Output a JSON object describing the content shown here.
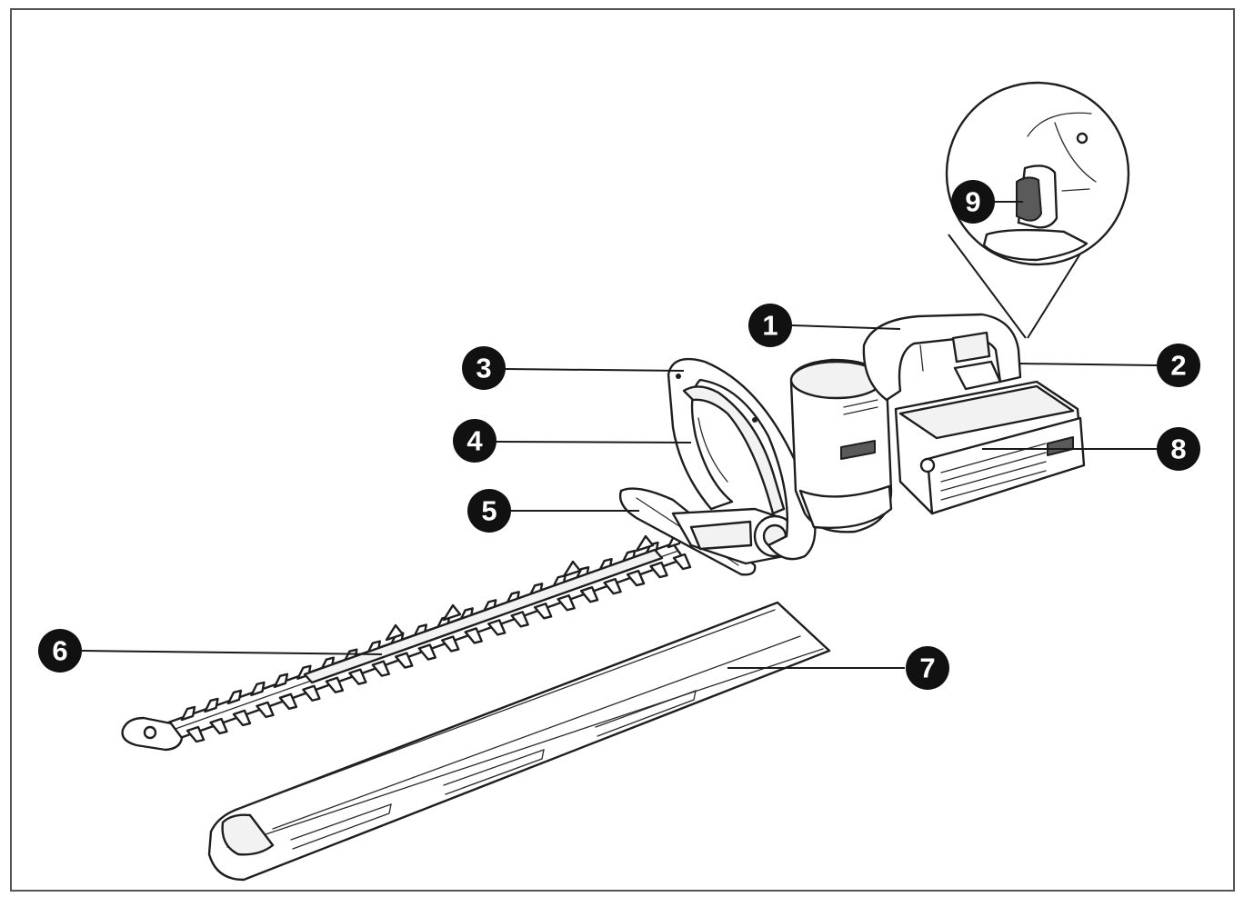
{
  "diagram": {
    "subject": "cordless-hedge-trimmer",
    "callouts": [
      {
        "id": "callout-1",
        "label": "1"
      },
      {
        "id": "callout-2",
        "label": "2"
      },
      {
        "id": "callout-3",
        "label": "3"
      },
      {
        "id": "callout-4",
        "label": "4"
      },
      {
        "id": "callout-5",
        "label": "5"
      },
      {
        "id": "callout-6",
        "label": "6"
      },
      {
        "id": "callout-7",
        "label": "7"
      },
      {
        "id": "callout-8",
        "label": "8"
      },
      {
        "id": "callout-9",
        "label": "9"
      }
    ],
    "colors": {
      "line": "#1e1e1e",
      "badge": "#111111",
      "badge_text": "#ffffff",
      "frame": "#555555",
      "background": "#ffffff"
    }
  }
}
